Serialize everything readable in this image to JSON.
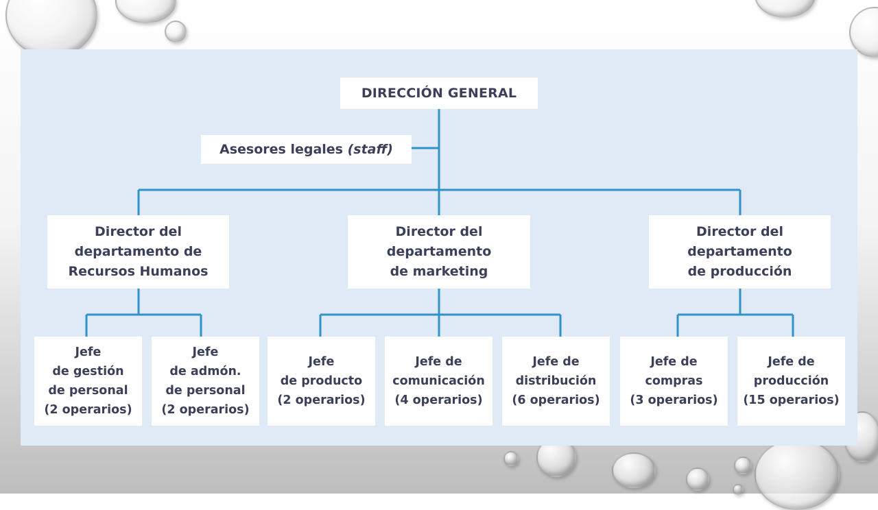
{
  "chart": {
    "top": "DIRECCIÓN GENERAL",
    "staff_label": "Asesores legales ",
    "staff_italic": "(staff)",
    "directors": [
      "Director del\ndepartamento de\nRecursos Humanos",
      "Director del\ndepartamento\nde marketing",
      "Director del\ndepartamento\nde producción"
    ],
    "chiefs": [
      "Jefe\nde gestión\nde personal\n(2 operarios)",
      "Jefe\nde admón.\nde personal\n(2 operarios)",
      "Jefe\nde producto\n(2 operarios)",
      "Jefe de\ncomunicación\n(4 operarios)",
      "Jefe de\ndistribución\n(6 operarios)",
      "Jefe de\ncompras\n(3 operarios)",
      "Jefe de\nproducción\n(15 operarios)"
    ]
  },
  "colors": {
    "panel_bg": "#dfeaf6",
    "connector": "#2f93c9",
    "text": "#3b3f57"
  }
}
